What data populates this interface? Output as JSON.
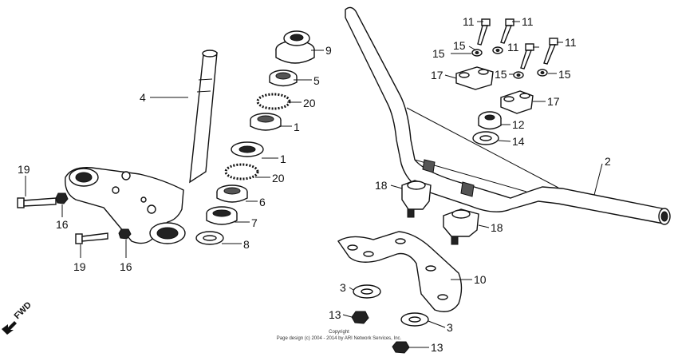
{
  "callouts": {
    "c1": "1",
    "c1b": "1",
    "c2": "2",
    "c3": "3",
    "c3b": "3",
    "c4": "4",
    "c5": "5",
    "c6": "6",
    "c7": "7",
    "c8": "8",
    "c9": "9",
    "c10": "10",
    "c11a": "11",
    "c11b": "11",
    "c11c": "11",
    "c11d": "11",
    "c12": "12",
    "c13a": "13",
    "c13b": "13",
    "c14": "14",
    "c15a": "15",
    "c15b": "15",
    "c15c": "15",
    "c15d": "15",
    "c16a": "16",
    "c16b": "16",
    "c17a": "17",
    "c17b": "17",
    "c18a": "18",
    "c18b": "18",
    "c19a": "19",
    "c19b": "19",
    "c20a": "20",
    "c20b": "20"
  },
  "fwd_label": "FWD",
  "copyright": {
    "line1": "Copyright",
    "line2": "Page design (c) 2004 - 2014 by ARI Network Services, Inc."
  }
}
